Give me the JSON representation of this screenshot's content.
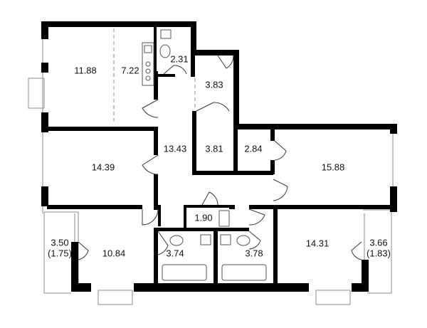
{
  "colors": {
    "wall": "#000000",
    "thin": "#8a8a8a",
    "bg": "#ffffff"
  },
  "rooms": [
    {
      "id": "living-west",
      "label": "11.88"
    },
    {
      "id": "kitchen",
      "label": "7.22"
    },
    {
      "id": "wc",
      "label": "2.31"
    },
    {
      "id": "storage-north",
      "label": "3.83"
    },
    {
      "id": "corridor",
      "label": "13.43"
    },
    {
      "id": "closet",
      "label": "3.81"
    },
    {
      "id": "utility",
      "label": "2.84"
    },
    {
      "id": "bedroom-west",
      "label": "14.39"
    },
    {
      "id": "bedroom-east",
      "label": "15.88"
    },
    {
      "id": "small-room",
      "label": "1.90"
    },
    {
      "id": "bathroom-west",
      "label": "3.74"
    },
    {
      "id": "bathroom-east",
      "label": "3.78"
    },
    {
      "id": "bedroom-sw",
      "label": "10.84"
    },
    {
      "id": "bedroom-se",
      "label": "14.31"
    },
    {
      "id": "balcony-west",
      "label": "3.50",
      "sub": "(1.75)"
    },
    {
      "id": "balcony-east",
      "label": "3.66",
      "sub": "(1.83)"
    }
  ]
}
